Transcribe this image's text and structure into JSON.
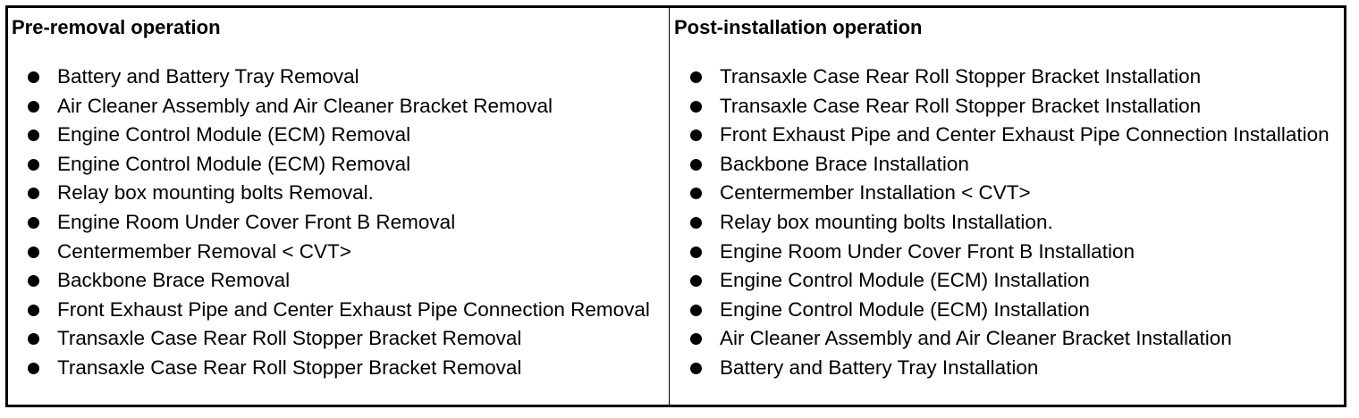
{
  "table": {
    "pre_removal": {
      "header": "Pre-removal operation",
      "items": [
        "Battery and Battery Tray Removal",
        "Air Cleaner Assembly and Air Cleaner Bracket Removal",
        "Engine Control Module (ECM) Removal",
        "Engine Control Module (ECM) Removal",
        "Relay box mounting bolts Removal.",
        "Engine Room Under Cover Front B Removal",
        "Centermember Removal < CVT>",
        "Backbone Brace Removal",
        "Front Exhaust Pipe and Center Exhaust Pipe Connection Removal",
        "Transaxle Case Rear Roll Stopper Bracket Removal",
        "Transaxle Case Rear Roll Stopper Bracket Removal"
      ]
    },
    "post_installation": {
      "header": "Post-installation operation",
      "items": [
        "Transaxle Case Rear Roll Stopper Bracket Installation",
        "Transaxle Case Rear Roll Stopper Bracket Installation",
        "Front Exhaust Pipe and Center Exhaust Pipe Connection Installation",
        "Backbone Brace Installation",
        "Centermember Installation < CVT>",
        "Relay box mounting bolts Installation.",
        "Engine Room Under Cover Front B Installation",
        "Engine Control Module (ECM) Installation",
        "Engine Control Module (ECM) Installation",
        "Air Cleaner Assembly and Air Cleaner Bracket Installation",
        "Battery and Battery Tray Installation"
      ]
    }
  }
}
